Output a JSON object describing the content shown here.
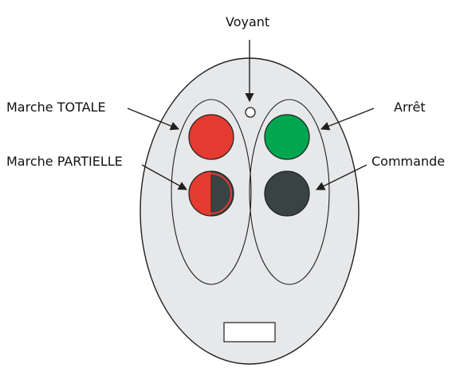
{
  "labels": {
    "voyant": "Voyant",
    "marche_totale": "Marche TOTALE",
    "marche_partielle": "Marche PARTIELLE",
    "arret": "Arrêt",
    "commande": "Commande"
  },
  "colors": {
    "body_fill": "#e7e8ea",
    "outline": "#1f1f1f",
    "red": "#e53a2f",
    "green": "#00a650",
    "dark_gray": "#3a4344",
    "led": "#ffffff"
  }
}
